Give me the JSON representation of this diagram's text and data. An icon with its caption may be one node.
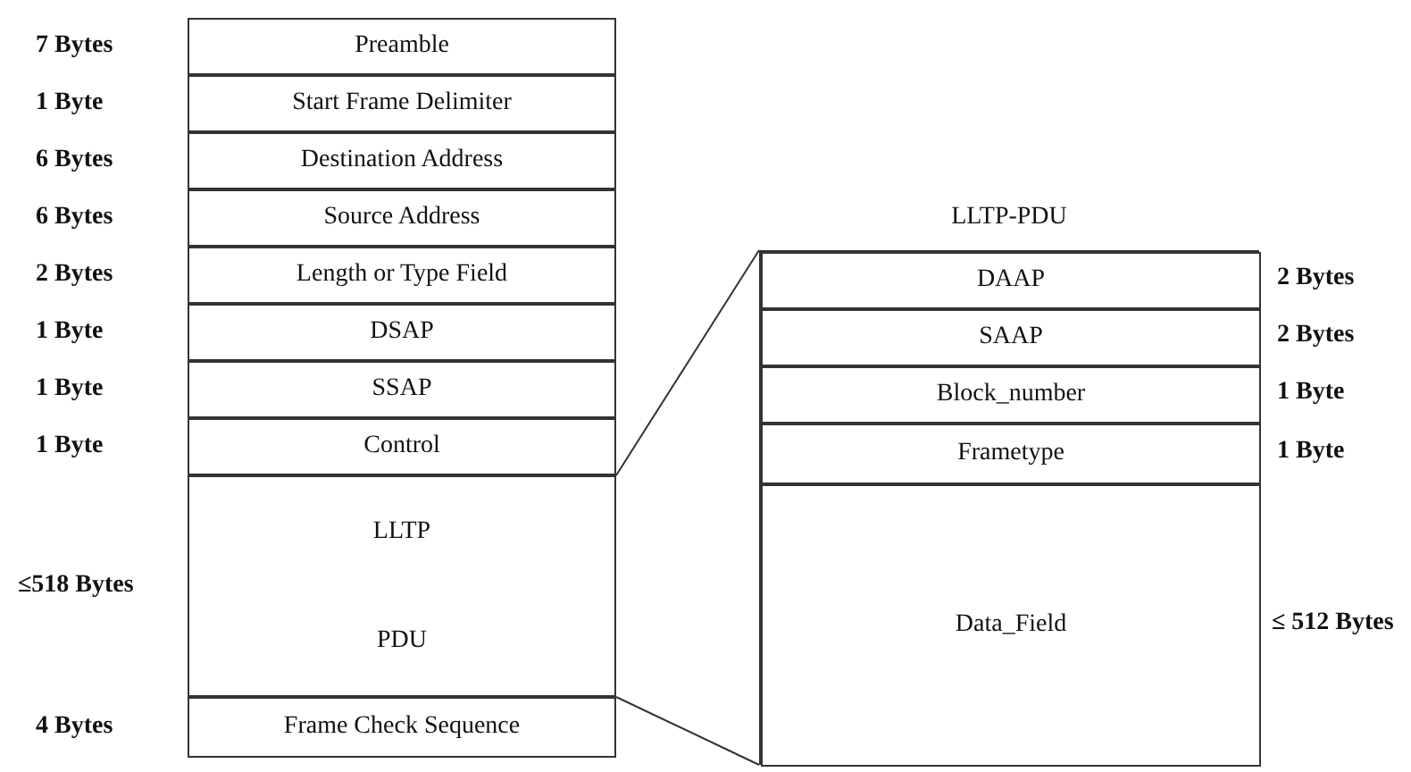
{
  "diagram": {
    "nodes": [
      {
        "text": [
          "Preamble"
        ],
        "beside": [
          "7 Bytes"
        ]
      },
      {
        "text": [
          "Start Frame Delimiter"
        ],
        "beside": [
          "1 Byte"
        ]
      },
      {
        "text": [
          "Destination Address"
        ],
        "beside": [
          "6 Bytes"
        ]
      },
      {
        "text": [
          "Source Address"
        ],
        "beside": [
          "6 Bytes"
        ]
      },
      {
        "text": [
          "Length or Type  Field"
        ],
        "beside": [
          "2 Bytes"
        ]
      },
      {
        "text": [
          "DSAP"
        ],
        "beside": [
          "1 Byte"
        ]
      },
      {
        "text": [
          "SSAP"
        ],
        "beside": [
          "1 Byte"
        ]
      },
      {
        "text": [
          "Control"
        ],
        "beside": [
          "1 Byte"
        ]
      },
      {
        "text": [
          "LLTP",
          "PDU"
        ],
        "beside": [
          "≤518 Bytes"
        ]
      },
      {
        "text": [
          "Frame Check Sequence"
        ],
        "beside": [
          "4 Bytes"
        ]
      },
      {
        "text": [
          "LLTP-PDU"
        ]
      },
      {
        "text": [
          "DAAP"
        ],
        "beside": [
          "2 Bytes"
        ],
        "in": 10
      },
      {
        "text": [
          "SAAP"
        ],
        "beside": [
          "2 Bytes"
        ],
        "in": 10
      },
      {
        "text": [
          "Block_number"
        ],
        "beside": [
          "1 Byte"
        ],
        "in": 10
      },
      {
        "text": [
          "Frametype"
        ],
        "beside": [
          "1 Byte"
        ],
        "in": 10
      },
      {
        "text": [
          "Data_Field"
        ],
        "beside": [
          "≤ 512 Bytes"
        ],
        "in": 10
      }
    ],
    "edges": [
      {
        "from": 8,
        "to": 10,
        "arrow": "none"
      },
      {
        "from": 8,
        "to": 10,
        "arrow": "none"
      }
    ]
  }
}
